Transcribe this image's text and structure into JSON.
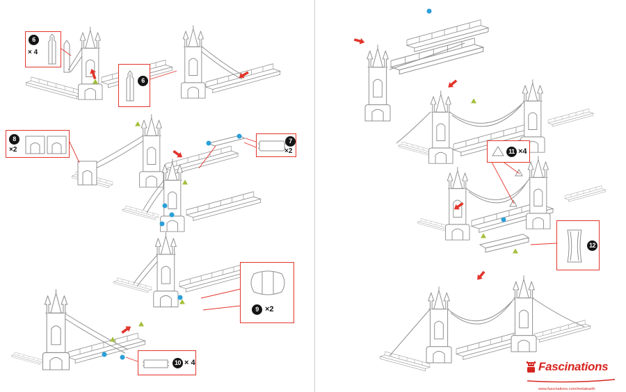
{
  "colors": {
    "accent_red": "#e2342a",
    "marker_blue": "#2b9fd8",
    "marker_green": "#a4bf3b",
    "line_gray": "#8f8f8f",
    "badge_black": "#141414",
    "brand_red": "#d6251f"
  },
  "icons": {
    "red_arrow": "assembly-direction-arrow",
    "blue_dot": "attachment-point-marker",
    "green_triangle": "tab-marker"
  },
  "callouts": {
    "part6a": {
      "number": "6",
      "quantity": "× 4"
    },
    "part6b": {
      "number": "6"
    },
    "part8": {
      "number": "8",
      "quantity": "×2"
    },
    "part7": {
      "number": "7",
      "quantity": "×2"
    },
    "part9": {
      "number": "9",
      "quantity": "×2"
    },
    "part10": {
      "number": "10",
      "quantity": "× 4"
    },
    "part11": {
      "number": "11",
      "quantity": "×4"
    },
    "part12": {
      "number": "12"
    }
  },
  "footer": {
    "brand": "Fascinations",
    "website": "www.fascinations.com/metalearth"
  }
}
